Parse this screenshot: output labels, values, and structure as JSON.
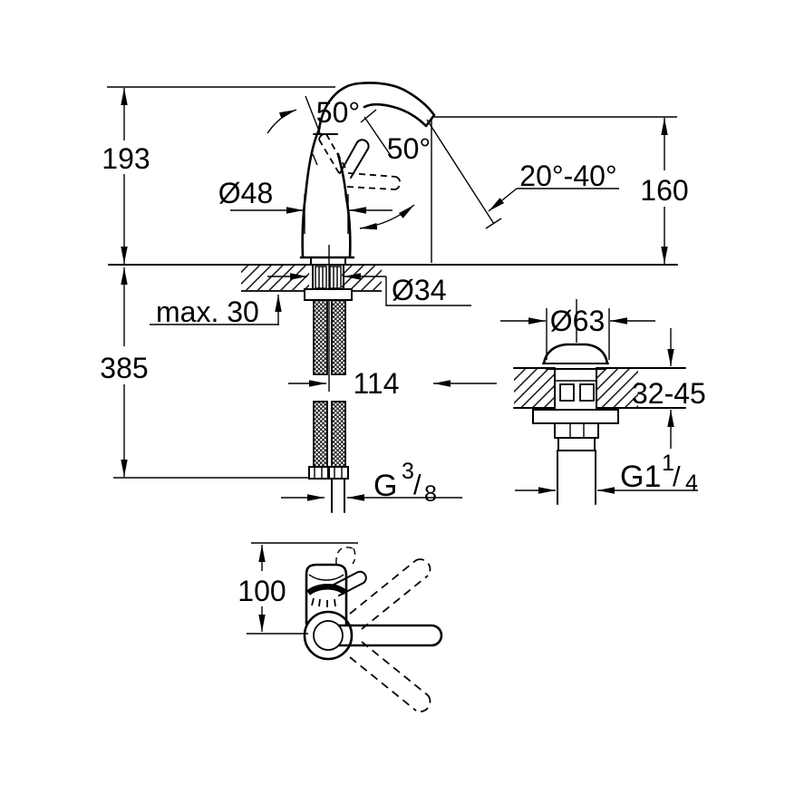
{
  "drawing": {
    "type": "faucet-installation-dimension-drawing",
    "colors": {
      "line": "#000000",
      "background": "#ffffff"
    },
    "labels": {
      "height_above_deck": "193",
      "height_below_deck": "385",
      "body_diameter": "Ø48",
      "lever_angle_open": "50°",
      "lever_angle_side": "50°",
      "spray_angle_range": "20°-40°",
      "spout_outlet_height": "160",
      "max_deck_thickness": "max. 30",
      "mounting_hole_diameter": "Ø34",
      "spout_reach": "114",
      "supply_thread": {
        "base": "G",
        "numerator": "3",
        "slash": "/",
        "denominator": "8"
      },
      "drain_cap_diameter": "Ø63",
      "deck_thickness_range": "32-45",
      "drain_thread": {
        "base": "G1",
        "numerator": "1",
        "slash": "/",
        "denominator": "4"
      },
      "lever_projection": "100"
    }
  }
}
